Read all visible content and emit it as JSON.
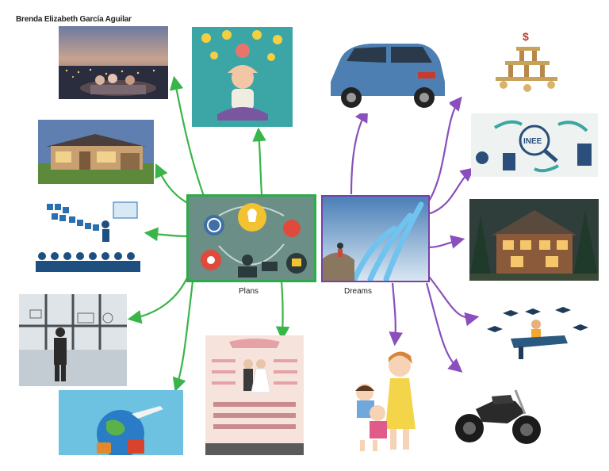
{
  "author": "Brenda Elizabeth García Aguilar",
  "center_left": {
    "label": "Plans",
    "border_color": "#2eaa4a",
    "bg_color": "#6b8f86",
    "link_color": "#3ab54a"
  },
  "center_right": {
    "label": "Dreams",
    "border_color": "#7a3fa8",
    "link_color": "#8a4fbc"
  },
  "plans_images": [
    "city-night-view-photo",
    "meditation-ideas-illustration",
    "modern-house-photo",
    "mexico-map-audience-illustration",
    "businessman-window-photo",
    "travel-globe-plane-illustration",
    "wedding-infographic-image"
  ],
  "dreams_images": [
    "blue-suv-car-photo",
    "money-balance-image",
    "inee-evaluation-graphic",
    "log-cabin-house-photo",
    "graduation-desk-illustration",
    "motorcycle-photo",
    "mother-children-cartoon"
  ]
}
